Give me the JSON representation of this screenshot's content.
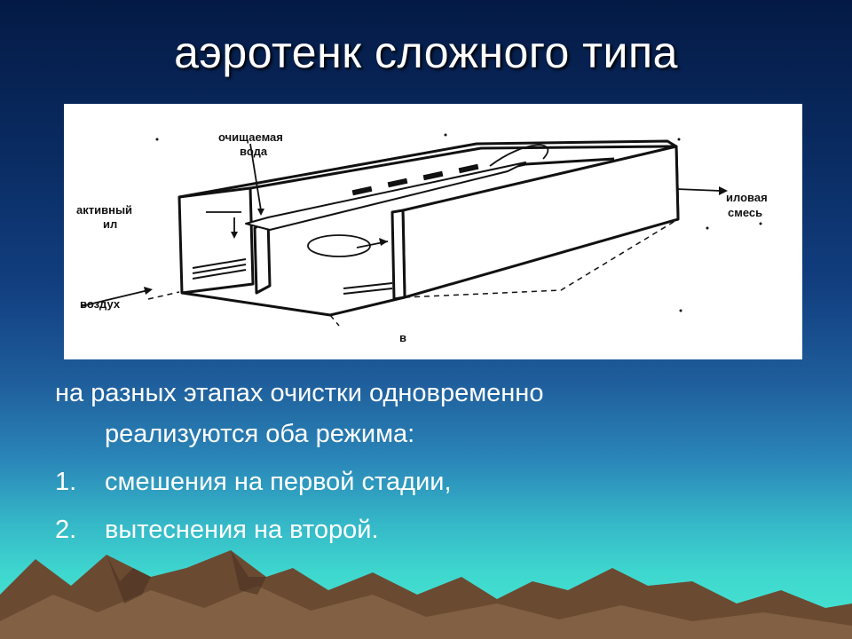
{
  "slide": {
    "title": "аэротенк сложного типа"
  },
  "diagram": {
    "labels": {
      "treated_water_1": "очищаемая",
      "treated_water_2": "вода",
      "active_sludge_1": "активный",
      "active_sludge_2": "ил",
      "air": "воздух",
      "sludge_mix_1": "иловая",
      "sludge_mix_2": "смесь",
      "caption": "в"
    }
  },
  "body": {
    "intro_line1": "на разных этапах очистки одновременно",
    "intro_line2": "реализуются оба режима:",
    "items": [
      {
        "num": "1.",
        "text": "смешения на первой стадии,"
      },
      {
        "num": "2.",
        "text": "вытеснения на второй."
      }
    ]
  },
  "colors": {
    "bg_top": "#041a45",
    "bg_bottom": "#47e6d0",
    "mountain": "#6b4a32"
  }
}
